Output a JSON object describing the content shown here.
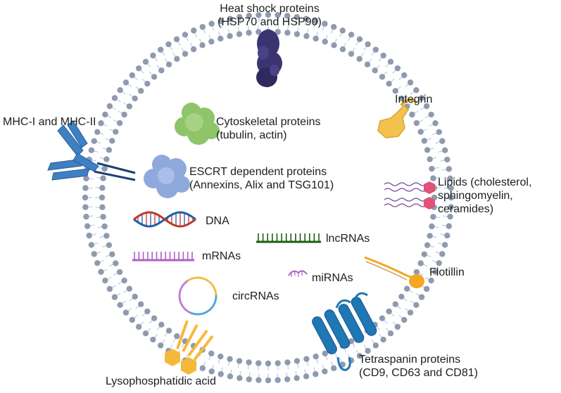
{
  "labels": {
    "heat_shock": {
      "line1": "Heat shock proteins",
      "line2": "(HSP70 and HSP90)"
    },
    "integrin": "Integrin",
    "mhc": "MHC-I and MHC-II",
    "cytoskeletal": {
      "line1": "Cytoskeletal proteins",
      "line2": "(tubulin, actin)"
    },
    "escrt": {
      "line1": "ESCRT dependent proteins",
      "line2": "(Annexins, Alix and TSG101)"
    },
    "lipids": {
      "line1": "Lipids (cholesterol,",
      "line2": "sphingomyelin,",
      "line3": "ceramides)"
    },
    "dna": "DNA",
    "lncrnas": "lncRNAs",
    "mrnas": "mRNAs",
    "mirnas": "miRNAs",
    "flotillin": "Flotillin",
    "circrnas": "circRNAs",
    "tetraspanin": {
      "line1": "Tetraspanin proteins",
      "line2": "(CD9, CD63 and CD81)"
    },
    "lpa": "Lysophosphatidic acid"
  },
  "colors": {
    "membrane_head": "#8f9aae",
    "membrane_tail": "#b9cde6",
    "hsp": "#3b3470",
    "integrin": "#f2c14e",
    "mhc": "#3f7fc4",
    "cytoskeletal": "#8fc46a",
    "escrt": "#8fa9dd",
    "lipid_hex": "#e0527a",
    "lipid_chain": "#7a4fa0",
    "dna_a": "#1f5fa8",
    "dna_b": "#c0392b",
    "lncrna": "#1e5e12",
    "mrna": "#b05fc4",
    "mirna": "#b05fc4",
    "flotillin": "#f5a623",
    "tetraspanin": "#1f77b4",
    "lpa": "#f5b93a"
  }
}
